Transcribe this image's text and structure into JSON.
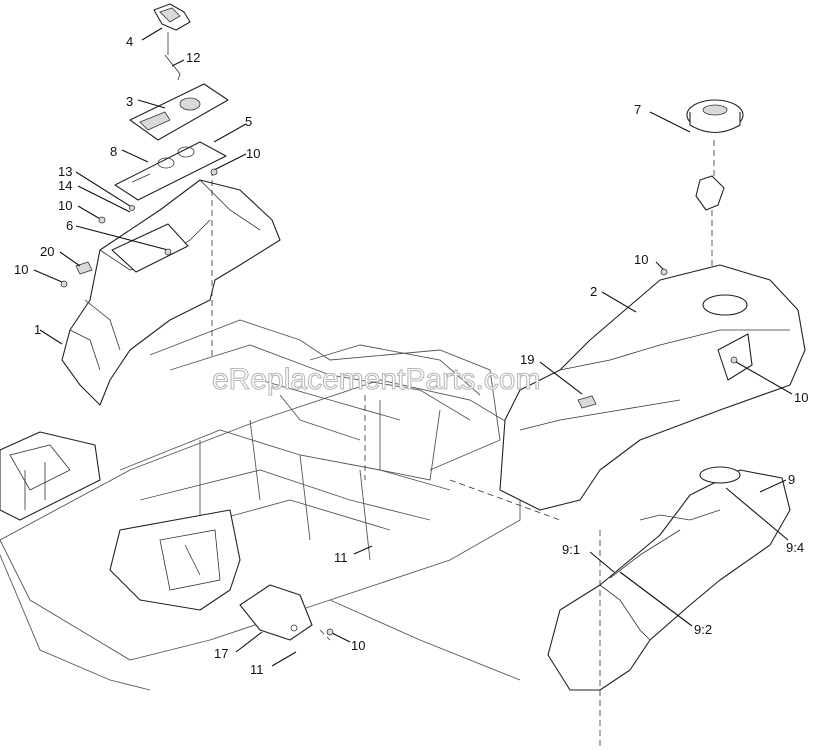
{
  "watermark": "eReplacementParts.com",
  "callouts": [
    {
      "id": "c4",
      "text": "4"
    },
    {
      "id": "c12",
      "text": "12"
    },
    {
      "id": "c3",
      "text": "3"
    },
    {
      "id": "c5",
      "text": "5"
    },
    {
      "id": "c8",
      "text": "8"
    },
    {
      "id": "c10a",
      "text": "10"
    },
    {
      "id": "c13",
      "text": "13"
    },
    {
      "id": "c14",
      "text": "14"
    },
    {
      "id": "c10b",
      "text": "10"
    },
    {
      "id": "c6",
      "text": "6"
    },
    {
      "id": "c20",
      "text": "20"
    },
    {
      "id": "c10c",
      "text": "10"
    },
    {
      "id": "c1",
      "text": "1"
    },
    {
      "id": "c7",
      "text": "7"
    },
    {
      "id": "c10d",
      "text": "10"
    },
    {
      "id": "c2",
      "text": "2"
    },
    {
      "id": "c19",
      "text": "19"
    },
    {
      "id": "c10e",
      "text": "10"
    },
    {
      "id": "c9",
      "text": "9"
    },
    {
      "id": "c9-4",
      "text": "9:4"
    },
    {
      "id": "c9-1",
      "text": "9:1"
    },
    {
      "id": "c9-2",
      "text": "9:2"
    },
    {
      "id": "c11a",
      "text": "11"
    },
    {
      "id": "c10f",
      "text": "10"
    },
    {
      "id": "c17",
      "text": "17"
    },
    {
      "id": "c11b",
      "text": "11"
    }
  ]
}
